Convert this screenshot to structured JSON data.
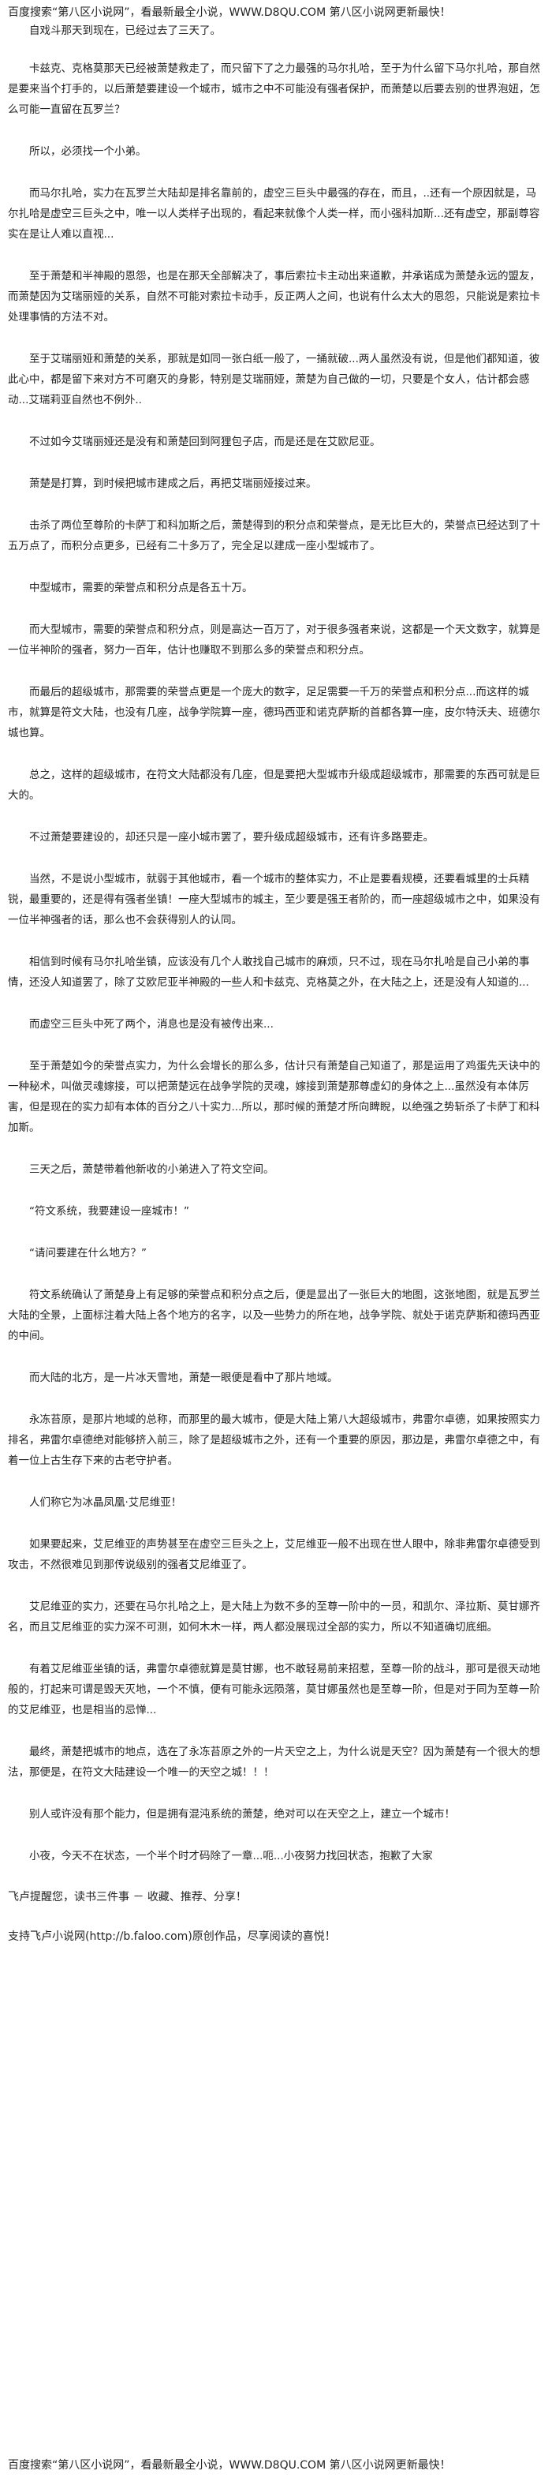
{
  "top_banner": "百度搜索“第八区小说网”，看最新最全小说，WWW.D8QU.COM  第八区小说网更新最快！",
  "paragraphs": [
    "自戏斗那天到现在，已经过去了三天了。",
    "卡兹克、克格莫那天已经被萧楚救走了，而只留下了之力最强的马尔扎哈，至于为什么留下马尔扎哈，那自然是要来当个打手的，以后萧楚要建设一个城市，城市之中不可能没有强者保护，而萧楚以后要去别的世界泡妞，怎么可能一直留在瓦罗兰？",
    "所以，必须找一个小弟。",
    "而马尔扎哈，实力在瓦罗兰大陆却是排名靠前的，虚空三巨头中最强的存在，而且，..还有一个原因就是，马尔扎哈是虚空三巨头之中，唯一以人类样子出现的，看起来就像个人类一样，而小强科加斯...还有虚空，那副尊容实在是让人难以直视...",
    "至于萧楚和半神殿的恩怨，也是在那天全部解决了，事后索拉卡主动出来道歉，并承诺成为萧楚永远的盟友，而萧楚因为艾瑞丽娅的关系，自然不可能对索拉卡动手，反正两人之间，也说有什么太大的恩怨，只能说是索拉卡处理事情的方法不对。",
    "至于艾瑞丽娅和萧楚的关系，那就是如同一张白纸一般了，一捅就破...两人虽然没有说，但是他们都知道，彼此心中，都是留下来对方不可磨灭的身影，特别是艾瑞丽娅，萧楚为自己做的一切，只要是个女人，估计都会感动...艾瑞莉亚自然也不例外..",
    "不过如今艾瑞丽娅还是没有和萧楚回到阿狸包子店，而是还是在艾欧尼亚。",
    "萧楚是打算，到时候把城市建成之后，再把艾瑞丽娅接过来。",
    "击杀了两位至尊阶的卡萨丁和科加斯之后，萧楚得到的积分点和荣誉点，是无比巨大的，荣誉点已经达到了十五万点了，而积分点更多，已经有二十多万了，完全足以建成一座小型城市了。",
    "中型城市，需要的荣誉点和积分点是各五十万。",
    "而大型城市，需要的荣誉点和积分点，则是高达一百万了，对于很多强者来说，这都是一个天文数字，就算是一位半神阶的强者，努力一百年，估计也赚取不到那么多的荣誉点和积分点。",
    "而最后的超级城市，那需要的荣誉点更是一个庞大的数字，足足需要一千万的荣誉点和积分点...而这样的城市，就算是符文大陆，也没有几座，战争学院算一座，德玛西亚和诺克萨斯的首都各算一座，皮尔特沃夫、班德尔城也算。",
    "总之，这样的超级城市，在符文大陆都没有几座，但是要把大型城市升级成超级城市，那需要的东西可就是巨大的。",
    "不过萧楚要建设的，却还只是一座小城市罢了，要升级成超级城市，还有许多路要走。",
    "当然，不是说小型城市，就弱于其他城市，看一个城市的整体实力，不止是要看规模，还要看城里的士兵精锐，最重要的，还是得有强者坐镇！一座大型城市的城主，至少要是强王者阶的，而一座超级城市之中，如果没有一位半神强者的话，那么也不会获得别人的认同。",
    "相信到时候有马尔扎哈坐镇，应该没有几个人敢找自己城市的麻烦，只不过，现在马尔扎哈是自己小弟的事情，还没人知道罢了，除了艾欧尼亚半神殿的一些人和卡兹克、克格莫之外，在大陆之上，还是没有人知道的...",
    "而虚空三巨头中死了两个，消息也是没有被传出来...",
    "至于萧楚如今的荣誉点实力，为什么会增长的那么多，估计只有萧楚自己知道了，那是运用了鸡蛋先天诀中的一种秘术，叫做灵魂嫁接，可以把萧楚远在战争学院的灵魂，嫁接到萧楚那尊虚幻的身体之上...虽然没有本体厉害，但是现在的实力却有本体的百分之八十实力...所以，那时候的萧楚才所向睥睨，以绝强之势斩杀了卡萨丁和科加斯。",
    "三天之后，萧楚带着他新收的小弟进入了符文空间。",
    "“符文系统，我要建设一座城市！”",
    "“请问要建在什么地方？”",
    "符文系统确认了萧楚身上有足够的荣誉点和积分点之后，便是显出了一张巨大的地图，这张地图，就是瓦罗兰大陆的全景，上面标注着大陆上各个地方的名字，以及一些势力的所在地，战争学院、就处于诺克萨斯和德玛西亚的中间。",
    "而大陆的北方，是一片冰天雪地，萧楚一眼便是看中了那片地域。",
    "永冻苔原，是那片地域的总称，而那里的最大城市，便是大陆上第八大超级城市，弗雷尔卓德，如果按照实力排名，弗雷尔卓德绝对能够挤入前三，除了是超级城市之外，还有一个重要的原因，那边是，弗雷尔卓德之中，有着一位上古生存下来的古老守护者。",
    "人们称它为冰晶凤凰·艾尼维亚！",
    "如果要起来，艾尼维亚的声势甚至在虚空三巨头之上，艾尼维亚一般不出现在世人眼中，除非弗雷尔卓德受到攻击，不然很难见到那传说级别的强者艾尼维亚了。",
    "艾尼维亚的实力，还要在马尔扎哈之上，是大陆上为数不多的至尊一阶中的一员，和凯尔、泽拉斯、莫甘娜齐名，而且艾尼维亚的实力深不可测，如何木木一样，两人都没展现过全部的实力，所以不知道确切底细。",
    "有着艾尼维亚坐镇的话，弗雷尔卓德就算是莫甘娜，也不敢轻易前来招惹，至尊一阶的战斗，那可是很天动地般的，打起来可谓是毁天灭地，一个不慎，便有可能永远陨落，莫甘娜虽然也是至尊一阶，但是对于同为至尊一阶的艾尼维亚，也是相当的忌惮...",
    "最终，萧楚把城市的地点，选在了永冻苔原之外的一片天空之上，为什么说是天空？因为萧楚有一个很大的想法，那便是，在符文大陆建设一个唯一的天空之城！！！",
    "别人或许没有那个能力，但是拥有混沌系统的萧楚，绝对可以在天空之上，建立一个城市！",
    "小夜，今天不在状态，一个半个时才码除了一章...呃...小夜努力找回状态，抱歉了大家"
  ],
  "footer_lines": [
    "飞卢提醒您，读书三件事 － 收藏、推荐、分享！",
    "支持飞卢小说网(http://b.faloo.com)原创作品，尽享阅读的喜悦！"
  ],
  "bottom_banner": "百度搜索“第八区小说网”，看最新最全小说，WWW.D8QU.COM  第八区小说网更新最快！"
}
